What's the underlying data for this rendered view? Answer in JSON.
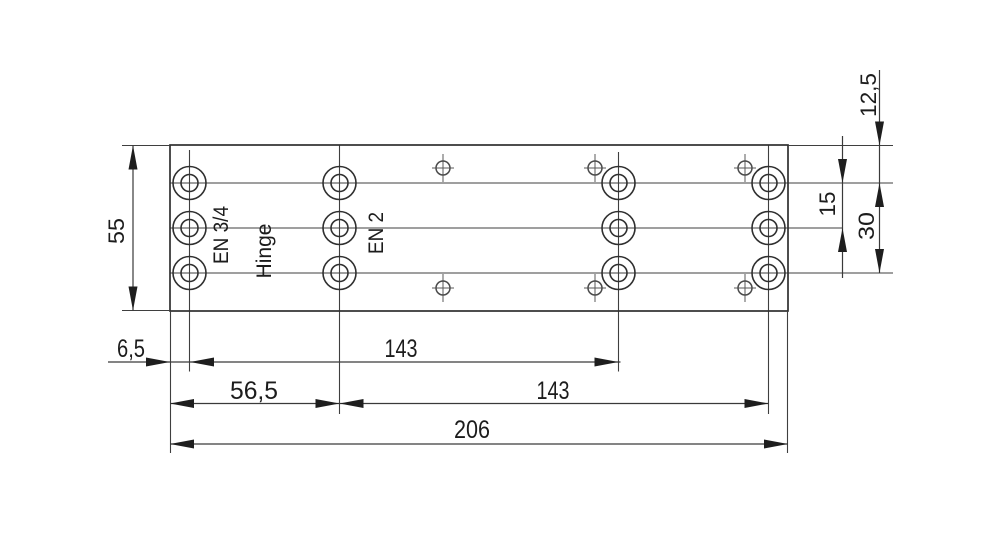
{
  "drawing": {
    "colors": {
      "background": "#ffffff",
      "main_lines": "#2f2f2f",
      "thin_lines": "#3f3f3f",
      "text": "#1c1c1c"
    },
    "labels": {
      "en34": "EN 3/4",
      "hinge": "Hinge",
      "en2": "EN 2"
    },
    "dims": {
      "plate_height": "55",
      "edge_to_col1": "6,5",
      "col1_to_col3": "143",
      "edge_to_col2": "56,5",
      "col2_to_col4": "143",
      "total_width": "206",
      "top_to_row1": "12,5",
      "row1_to_row2": "15",
      "row1_to_row3": "30"
    }
  }
}
